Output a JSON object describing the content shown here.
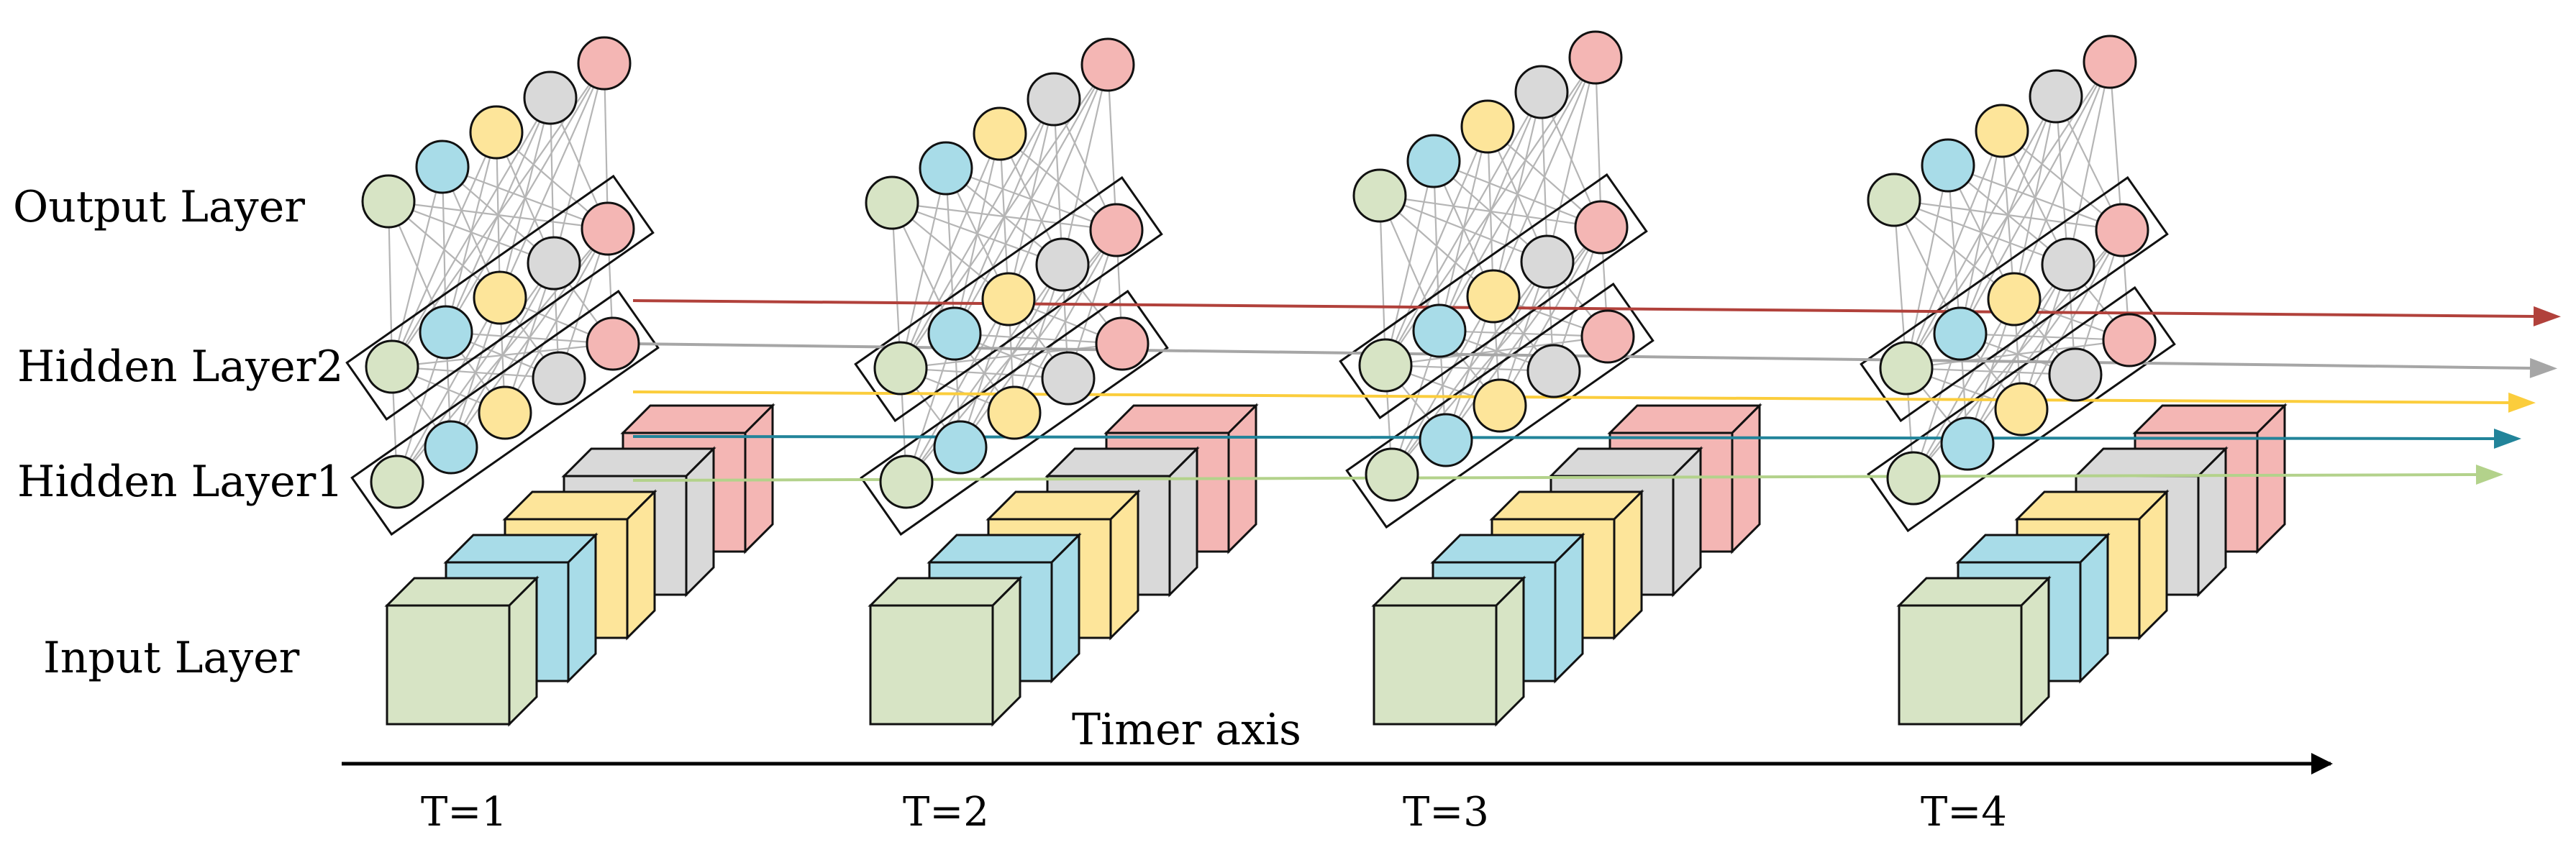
{
  "layer_labels": {
    "output": "Output Layer",
    "hidden2": "Hidden Layer2",
    "hidden1": "Hidden Layer1",
    "input": "Input Layer"
  },
  "axis": {
    "label": "Timer axis",
    "steps": [
      "T=1",
      "T=2",
      "T=3",
      "T=4"
    ]
  },
  "colors": {
    "node_green": "#d7e4c5",
    "node_blue": "#a8dce8",
    "node_yellow": "#fde59a",
    "node_gray": "#d9d9d9",
    "node_pink": "#f4b6b4",
    "arrow_red": "#b1413b",
    "arrow_gray": "#a6a6a6",
    "arrow_yellow": "#fbcd3c",
    "arrow_teal": "#22849a",
    "arrow_green": "#b3d28b",
    "axis": "#000000"
  }
}
